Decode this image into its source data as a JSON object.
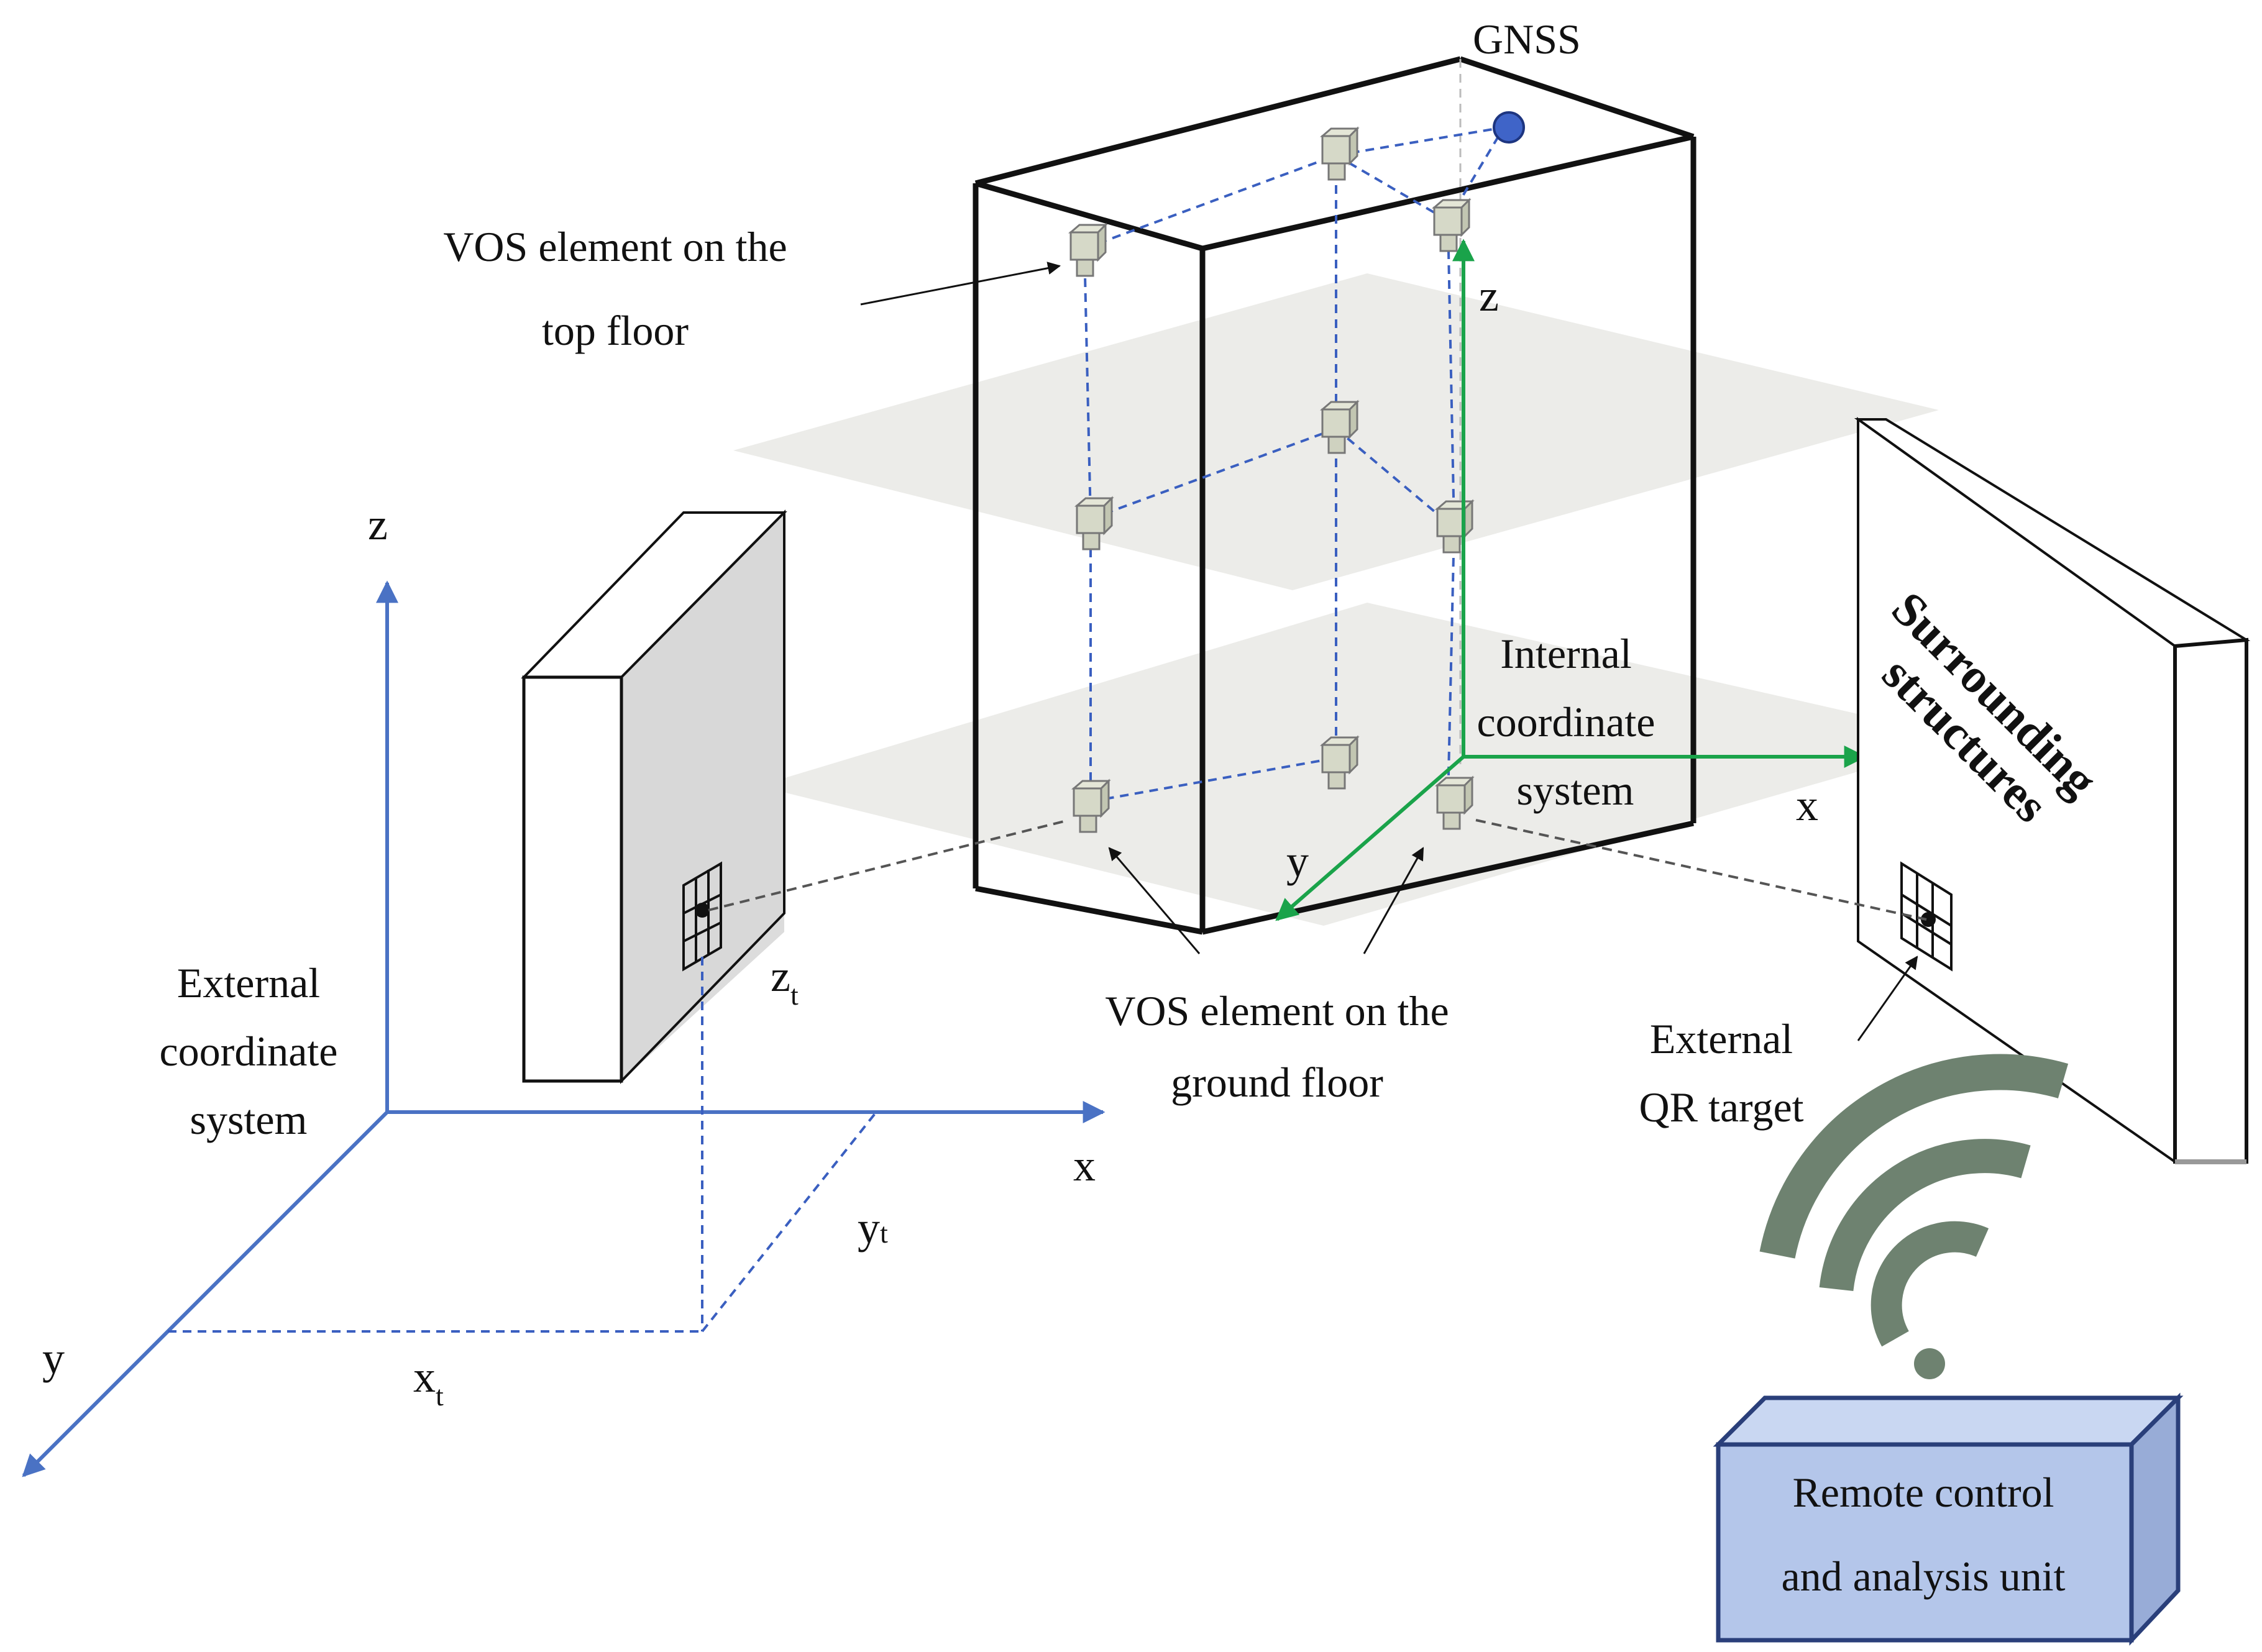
{
  "labels": {
    "gnss": "GNSS",
    "vos_top_1": "VOS element on the",
    "vos_top_2": "top floor",
    "vos_ground_1": "VOS element on the",
    "vos_ground_2": "ground floor",
    "internal_1": "Internal",
    "internal_2": "coordinate",
    "internal_3": "system",
    "external_1": "External",
    "external_2": "coordinate",
    "external_3": "system",
    "qr_1": "External",
    "qr_2": "QR target",
    "surrounding_1": "Surrounding",
    "surrounding_2": "structures",
    "remote_1": "Remote control",
    "remote_2": "and analysis unit"
  },
  "axes": {
    "ext_x": "x",
    "ext_y": "y",
    "ext_z": "z",
    "int_x": "x",
    "int_y": "y",
    "int_z": "z",
    "xt": "x",
    "yt": "y",
    "zt": "z",
    "sub_t": "t"
  },
  "colors": {
    "external_axes": "#4a72c4",
    "internal_axes": "#1aa34a",
    "camera_links": "#3a5fc0",
    "gnss_dot": "#3f64c8",
    "wifi": "#6e8270",
    "remote_box": "#b4c6ea",
    "remote_box_edge": "#2a3f7a",
    "floor_planes": "#e6e6e2"
  }
}
